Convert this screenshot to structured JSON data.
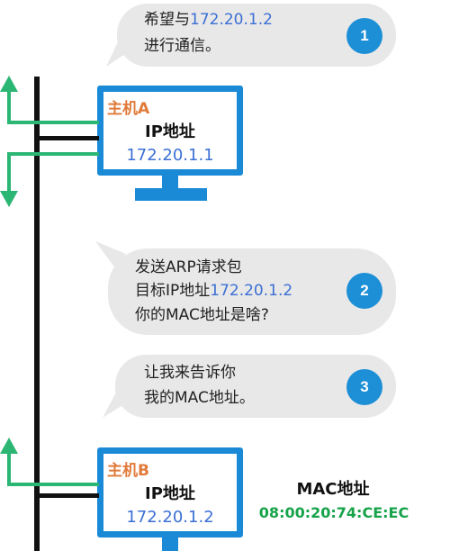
{
  "bubble1": {
    "line1_prefix": "希望与",
    "line1_ip": "172.20.1.2",
    "line2": "进行通信。",
    "badge": "1"
  },
  "hostA": {
    "name": "主机A",
    "ip_label": "IP地址",
    "ip": "172.20.1.1"
  },
  "bubble2": {
    "line1": "发送ARP请求包",
    "line2_prefix": "目标IP地址",
    "line2_ip": "172.20.1.2",
    "line3": "你的MAC地址是啥?",
    "badge": "2"
  },
  "bubble3": {
    "line1": "让我来告诉你",
    "line2": "我的MAC地址。",
    "badge": "3"
  },
  "hostB": {
    "name": "主机B",
    "ip_label": "IP地址",
    "ip": "172.20.1.2",
    "mac_label": "MAC地址",
    "mac": "08:00:20:74:CE:EC"
  },
  "colors": {
    "monitor": "#1a8ad6",
    "arrow": "#2bb673",
    "ip_text": "#3b6fd4",
    "host_name": "#e07a3a",
    "mac_value": "#17a34a",
    "badge": "#1d8fd6"
  }
}
